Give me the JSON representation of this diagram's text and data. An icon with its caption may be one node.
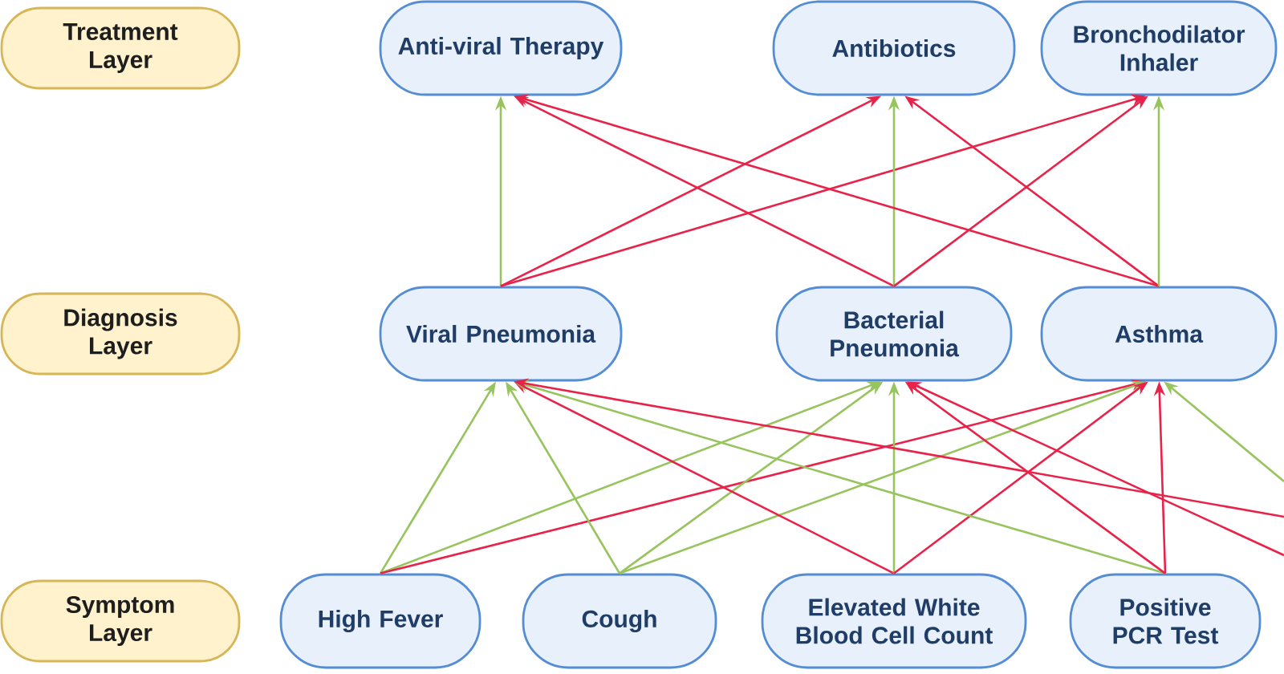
{
  "diagram": {
    "nodes": [
      {
        "text": [
          "Treatment Layer"
        ]
      },
      {
        "text": [
          "Anti-viral Therapy"
        ]
      },
      {
        "text": [
          "Antibiotics"
        ]
      },
      {
        "text": [
          "Bronchodilator Inhaler"
        ]
      },
      {
        "text": [
          "Diagnosis Layer"
        ]
      },
      {
        "text": [
          "Viral Pneumonia"
        ]
      },
      {
        "text": [
          "Bacterial Pneumonia"
        ]
      },
      {
        "text": [
          "Asthma"
        ]
      },
      {
        "text": [
          "Symptom Layer"
        ]
      },
      {
        "text": [
          "High Fever"
        ]
      },
      {
        "text": [
          "Cough"
        ]
      },
      {
        "text": [
          "Elevated White Blood Cell Count"
        ]
      },
      {
        "text": [
          "Positive PCR Test"
        ]
      }
    ],
    "edges": [
      {
        "from": 5,
        "to": 1,
        "arrow": "to",
        "color": "#97c45e"
      },
      {
        "from": 5,
        "to": 2,
        "arrow": "to"
      },
      {
        "from": 5,
        "to": 3,
        "arrow": "to"
      },
      {
        "from": 6,
        "to": 1,
        "arrow": "to"
      },
      {
        "from": 6,
        "to": 2,
        "arrow": "to",
        "color": "#97c45e"
      },
      {
        "from": 6,
        "to": 3,
        "arrow": "to"
      },
      {
        "from": 7,
        "to": 1,
        "arrow": "to"
      },
      {
        "from": 7,
        "to": 2,
        "arrow": "to"
      },
      {
        "from": 7,
        "to": 3,
        "arrow": "to",
        "color": "#97c45e"
      },
      {
        "from": 9,
        "to": 5,
        "arrow": "to",
        "color": "#97c45e"
      },
      {
        "from": 9,
        "to": 6,
        "arrow": "to",
        "color": "#97c45e"
      },
      {
        "from": 9,
        "to": 7,
        "arrow": "to"
      },
      {
        "from": 10,
        "to": 5,
        "arrow": "to",
        "color": "#97c45e"
      },
      {
        "from": 10,
        "to": 6,
        "arrow": "to",
        "color": "#97c45e"
      },
      {
        "from": 10,
        "to": 7,
        "arrow": "to",
        "color": "#97c45e"
      },
      {
        "from": 11,
        "to": 5,
        "arrow": "to"
      },
      {
        "from": 11,
        "to": 6,
        "arrow": "to",
        "color": "#97c45e"
      },
      {
        "from": 11,
        "to": 7,
        "arrow": "to"
      },
      {
        "from": 12,
        "to": 5,
        "arrow": "to",
        "color": "#97c45e"
      },
      {
        "from": 12,
        "to": 6,
        "arrow": "to"
      },
      {
        "from": 12,
        "to": 7,
        "arrow": "to"
      },
      {
        "from": null,
        "to": 5,
        "arrow": "to"
      },
      {
        "from": null,
        "to": 6,
        "arrow": "to"
      },
      {
        "from": null,
        "to": 7,
        "arrow": "to",
        "color": "#97c45e"
      }
    ]
  }
}
